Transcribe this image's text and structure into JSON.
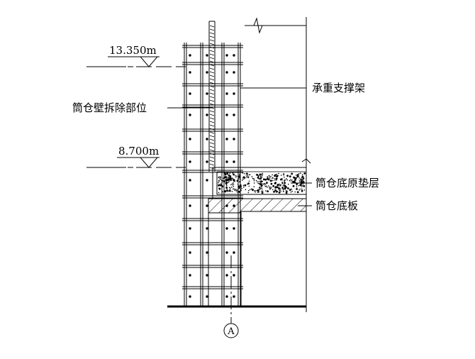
{
  "elevations": {
    "upper": "13.350m",
    "lower": "8.700m"
  },
  "labels": {
    "wall_removal": "筒仓壁拆除部位",
    "support_frame": "承重支撑架",
    "bottom_cushion": "筒仓底原垫层",
    "bottom_slab": "筒仓底板"
  },
  "axis": {
    "name": "A"
  },
  "colors": {
    "line": "#000000",
    "background": "#ffffff"
  }
}
